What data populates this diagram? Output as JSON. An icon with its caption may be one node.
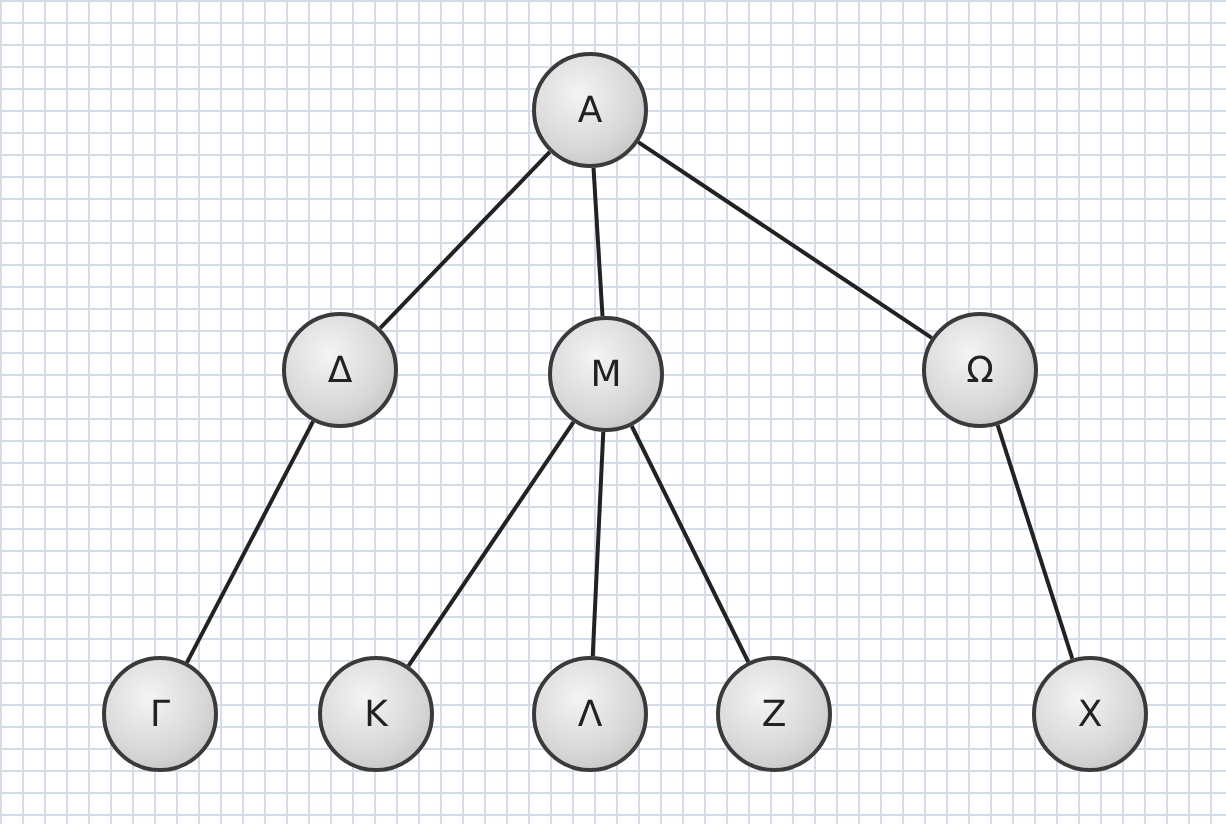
{
  "diagram": {
    "nodes": [
      {
        "text": [
          "Α"
        ]
      },
      {
        "text": [
          "Δ"
        ]
      },
      {
        "text": [
          "Μ"
        ]
      },
      {
        "text": [
          "Ω"
        ]
      },
      {
        "text": [
          "Γ"
        ]
      },
      {
        "text": [
          "Κ"
        ]
      },
      {
        "text": [
          "Λ"
        ]
      },
      {
        "text": [
          "Ζ"
        ]
      },
      {
        "text": [
          "Χ"
        ]
      }
    ],
    "edges": [
      {
        "from": 0,
        "to": 1,
        "arrow": "none"
      },
      {
        "from": 0,
        "to": 2,
        "arrow": "none"
      },
      {
        "from": 0,
        "to": 3,
        "arrow": "none"
      },
      {
        "from": 1,
        "to": 4,
        "arrow": "none"
      },
      {
        "from": 2,
        "to": 5,
        "arrow": "none"
      },
      {
        "from": 2,
        "to": 6,
        "arrow": "none"
      },
      {
        "from": 2,
        "to": 7,
        "arrow": "none"
      },
      {
        "from": 3,
        "to": 8,
        "arrow": "none"
      }
    ]
  }
}
